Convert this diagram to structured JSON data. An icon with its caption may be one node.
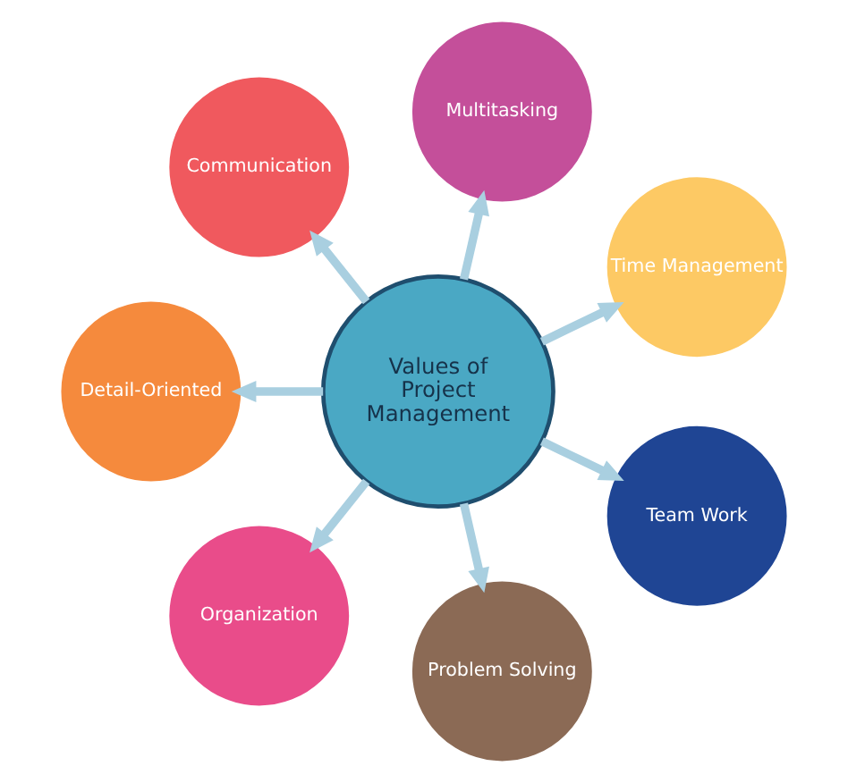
{
  "diagram": {
    "nodes": [
      {
        "text": [
          "Values of Project Management"
        ]
      },
      {
        "text": [
          "Time Management"
        ]
      },
      {
        "text": [
          "Multitasking"
        ]
      },
      {
        "text": [
          "Communication"
        ]
      },
      {
        "text": [
          "Detail-Oriented"
        ]
      },
      {
        "text": [
          "Organization"
        ]
      },
      {
        "text": [
          "Problem Solving"
        ]
      },
      {
        "text": [
          "Team Work"
        ]
      }
    ],
    "edges": [
      {
        "from": 0,
        "to": 1,
        "arrow": "to"
      },
      {
        "from": 0,
        "to": 2,
        "arrow": "to"
      },
      {
        "from": 0,
        "to": 3,
        "arrow": "to"
      },
      {
        "from": 0,
        "to": 4,
        "arrow": "to"
      },
      {
        "from": 0,
        "to": 5,
        "arrow": "to"
      },
      {
        "from": 0,
        "to": 6,
        "arrow": "to"
      },
      {
        "from": 0,
        "to": 7,
        "arrow": "to"
      }
    ]
  }
}
